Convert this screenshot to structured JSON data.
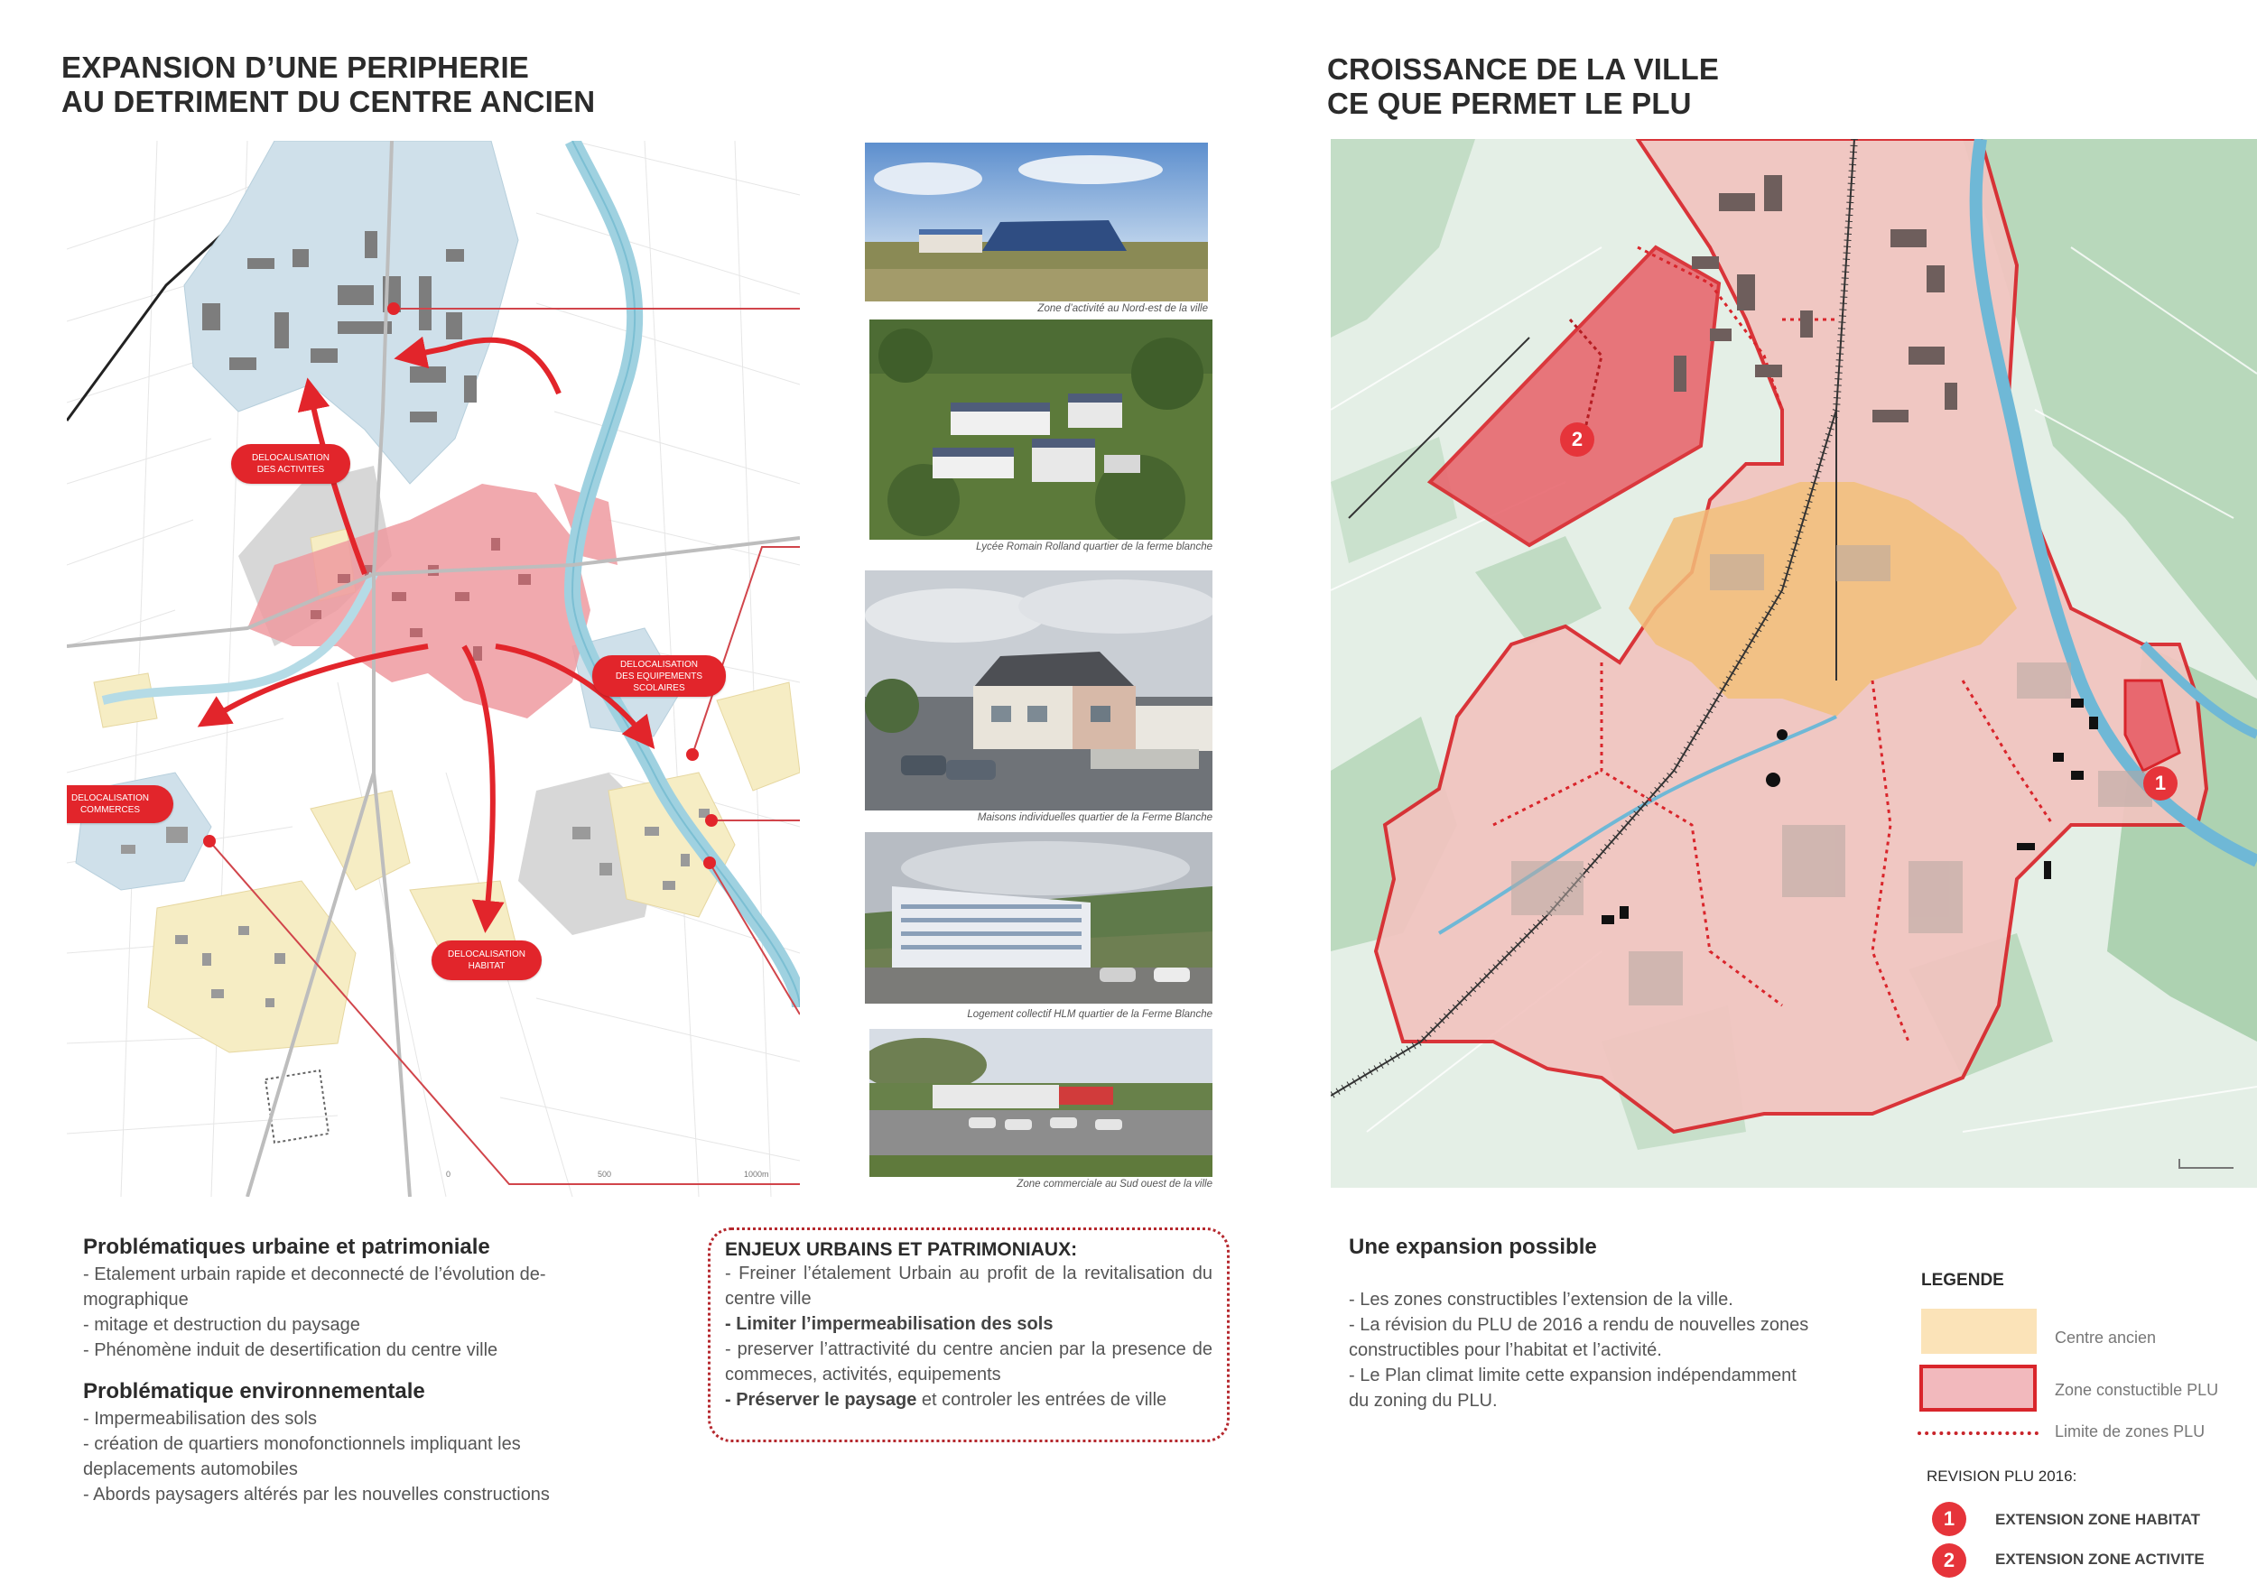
{
  "left": {
    "title_line1": "EXPANSION D’UNE PERIPHERIE",
    "title_line2": "AU DETRIMENT DU CENTRE ANCIEN",
    "labels": {
      "activites": [
        "DELOCALISATION",
        "DES ACTIVITES"
      ],
      "scolaires": [
        "DELOCALISATION",
        "DES EQUIPEMENTS SCOLAIRES"
      ],
      "commerces": [
        "DELOCALISATION",
        "COMMERCES"
      ],
      "habitat": [
        "DELOCALISATION",
        "HABITAT"
      ]
    },
    "scale": {
      "v0": "0",
      "v1": "500",
      "v2": "1000m"
    },
    "photos": [
      {
        "caption": "Zone d’activité au Nord-est de la ville"
      },
      {
        "caption": "Lycée Romain Rolland  quartier de la ferme blanche"
      },
      {
        "caption": "Maisons individuelles quartier de la Ferme Blanche"
      },
      {
        "caption": "Logement collectif HLM quartier de la Ferme Blanche"
      },
      {
        "caption": "Zone commerciale au Sud ouest de la ville"
      }
    ],
    "colors": {
      "red": "#e2252b",
      "blue_zone": "#cfe0ea",
      "red_zone": "#ef9aa0",
      "yellow_zone": "#f6edc4",
      "river": "#9fd1e0"
    }
  },
  "problematiques": {
    "urbaine_title": "Problématiques urbaine et patrimoniale",
    "urbaine_items": [
      "- Etalement urbain rapide et deconnecté de l’évolution de-",
      "mographique",
      "- mitage et destruction du paysage",
      "- Phénomène induit de desertification du centre ville"
    ],
    "env_title": "Problématique environnementale",
    "env_items": [
      "- Impermeabilisation des sols",
      "- création de quartiers monofonctionnels impliquant les",
      "deplacements automobiles",
      "- Abords paysagers altérés par les nouvelles constructions"
    ]
  },
  "enjeux": {
    "title": "ENJEUX URBAINS ET PATRIMONIAUX:",
    "p1": "- Freiner l’étalement Urbain au profit de la revitalisation du centre ville",
    "p2_bold": "- Limiter l’impermeabilisation des sols",
    "p3": "- preserver l’attractivité du centre ancien par la presence de commeces, activités, equipements",
    "p4_bold": "- Préserver le paysage",
    "p4_rest": " et controler les entrées de ville"
  },
  "right": {
    "title_line1": "CROISSANCE DE LA VILLE",
    "title_line2": "CE QUE PERMET LE PLU",
    "markers": {
      "habitat": "1",
      "activite": "2"
    },
    "colors": {
      "green_zone": "#9bc89f",
      "pink_zone": "#f2c4c0",
      "orange_zone": "#f2c07a",
      "red_border": "#d9252b",
      "river": "#6fb8d6"
    }
  },
  "expansion": {
    "title": "Une expansion possible",
    "items": [
      "- Les zones constructibles l’extension de la ville.",
      "- La révision du PLU de 2016 a rendu de nouvelles zones",
      "constructibles pour l’habitat et l’activité.",
      "- Le Plan climat limite cette expansion indépendamment",
      "du zoning du PLU."
    ]
  },
  "legend": {
    "title": "LEGENDE",
    "centre_ancien": "Centre ancien",
    "zone_constructible": "Zone constuctible PLU",
    "limite": "Limite de zones PLU",
    "revision_title": "REVISION PLU 2016:",
    "items": [
      {
        "num": "1",
        "label": "EXTENSION ZONE HABITAT"
      },
      {
        "num": "2",
        "label": "EXTENSION ZONE ACTIVITE"
      }
    ]
  }
}
